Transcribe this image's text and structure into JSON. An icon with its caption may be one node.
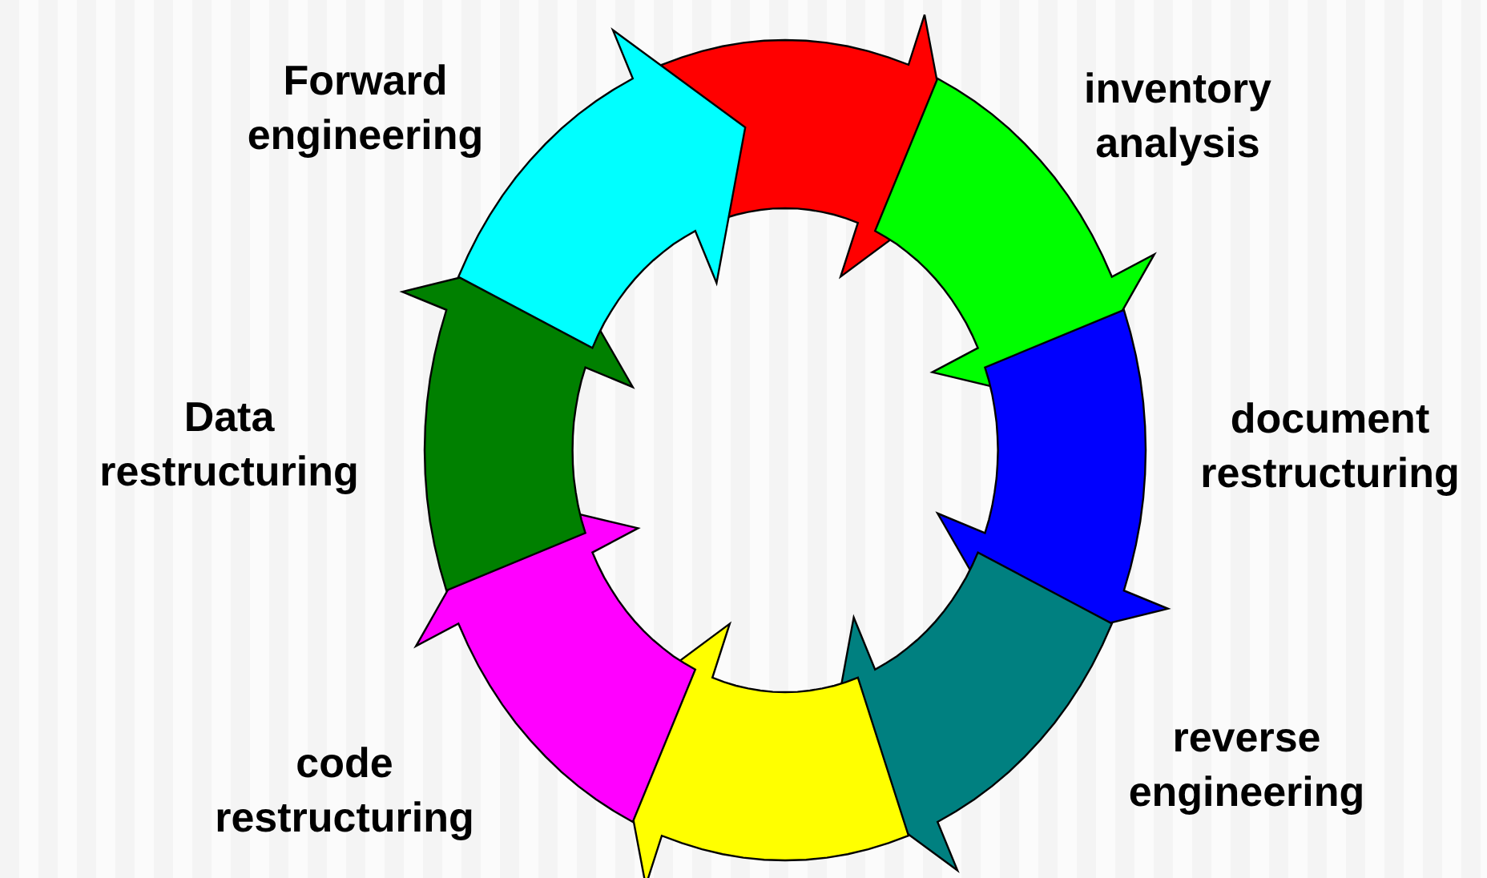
{
  "diagram": {
    "labels": [
      "Forward engineering",
      "inventory analysis",
      "Data restructuring",
      "document restructuring",
      "code restructuring",
      "reverse engineering"
    ]
  }
}
